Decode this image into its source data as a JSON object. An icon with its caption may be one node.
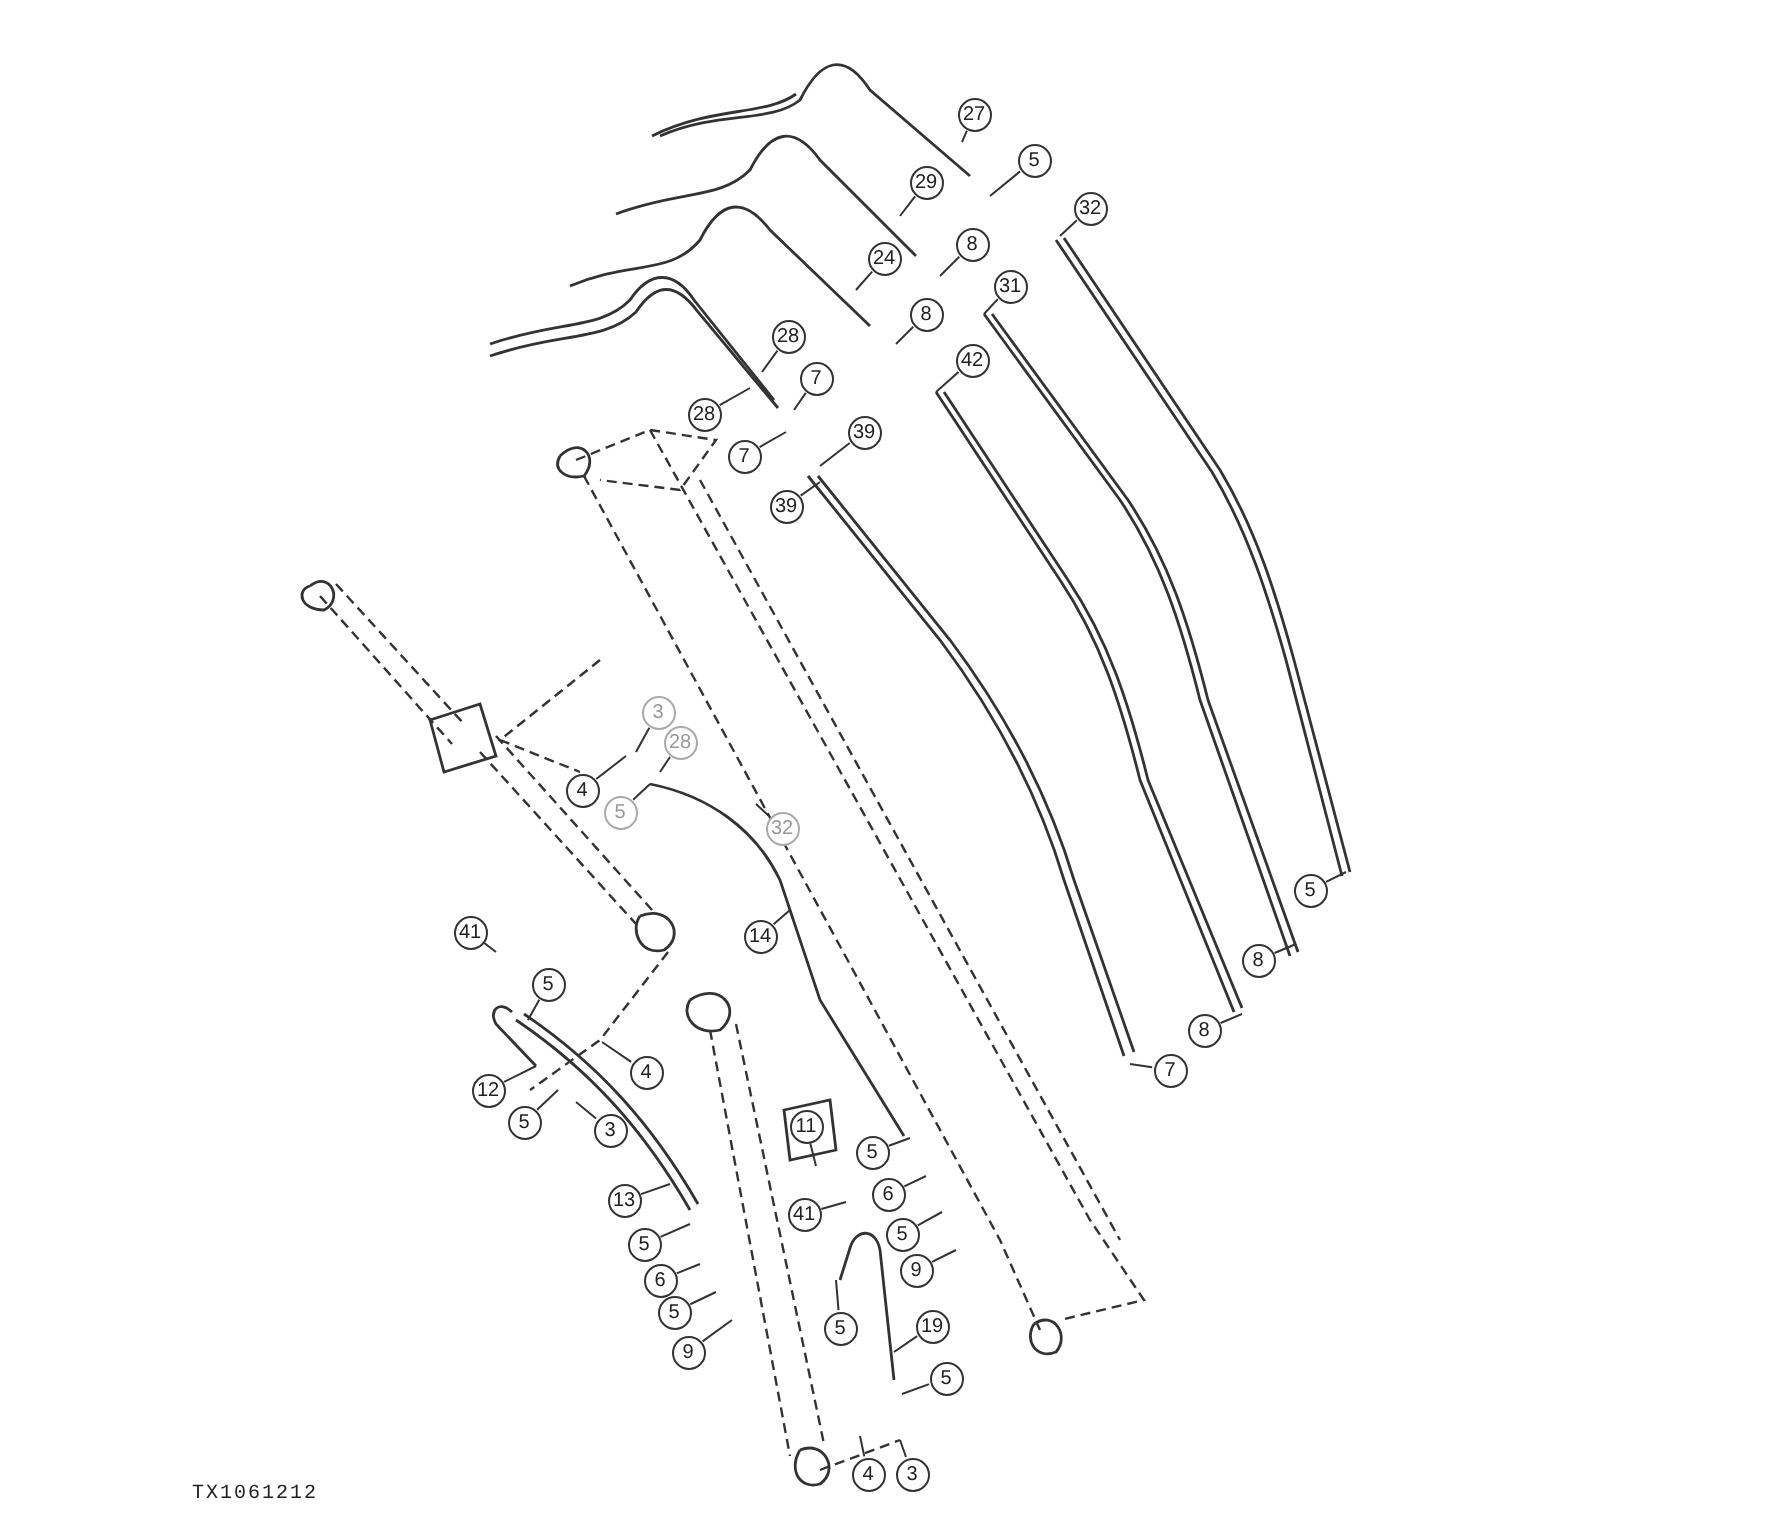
{
  "diagram": {
    "nodes": [
      {
        "text": [
          "27"
        ]
      },
      {
        "text": [
          "5"
        ]
      },
      {
        "text": [
          "29"
        ]
      },
      {
        "text": [
          "32"
        ]
      },
      {
        "text": [
          "8"
        ]
      },
      {
        "text": [
          "24"
        ]
      },
      {
        "text": [
          "31"
        ]
      },
      {
        "text": [
          "8"
        ]
      },
      {
        "text": [
          "28"
        ]
      },
      {
        "text": [
          "42"
        ]
      },
      {
        "text": [
          "7"
        ]
      },
      {
        "text": [
          "28"
        ]
      },
      {
        "text": [
          "7"
        ]
      },
      {
        "text": [
          "39"
        ]
      },
      {
        "text": [
          "39"
        ]
      },
      {
        "text": [
          "3"
        ]
      },
      {
        "text": [
          "28"
        ]
      },
      {
        "text": [
          "4"
        ]
      },
      {
        "text": [
          "5"
        ]
      },
      {
        "text": [
          "32"
        ]
      },
      {
        "text": [
          "5"
        ]
      },
      {
        "text": [
          "8"
        ]
      },
      {
        "text": [
          "8"
        ]
      },
      {
        "text": [
          "7"
        ]
      },
      {
        "text": [
          "14"
        ]
      },
      {
        "text": [
          "41"
        ]
      },
      {
        "text": [
          "5"
        ]
      },
      {
        "text": [
          "4"
        ]
      },
      {
        "text": [
          "12"
        ]
      },
      {
        "text": [
          "5"
        ]
      },
      {
        "text": [
          "3"
        ]
      },
      {
        "text": [
          "11"
        ]
      },
      {
        "text": [
          "5"
        ]
      },
      {
        "text": [
          "6"
        ]
      },
      {
        "text": [
          "13"
        ]
      },
      {
        "text": [
          "41"
        ]
      },
      {
        "text": [
          "5"
        ]
      },
      {
        "text": [
          "5"
        ]
      },
      {
        "text": [
          "9"
        ]
      },
      {
        "text": [
          "6"
        ]
      },
      {
        "text": [
          "5"
        ]
      },
      {
        "text": [
          "19"
        ]
      },
      {
        "text": [
          "9"
        ]
      },
      {
        "text": [
          "5"
        ]
      },
      {
        "text": [
          "5"
        ]
      },
      {
        "text": [
          "4"
        ]
      },
      {
        "text": [
          "3"
        ]
      }
    ],
    "edges": [
      {
        "from": 0,
        "to": null,
        "arrow": "none"
      },
      {
        "from": 1,
        "to": null,
        "arrow": "none"
      },
      {
        "from": 2,
        "to": null,
        "arrow": "none"
      },
      {
        "from": 3,
        "to": null,
        "arrow": "none"
      },
      {
        "from": 4,
        "to": null,
        "arrow": "none"
      },
      {
        "from": 5,
        "to": null,
        "arrow": "none"
      },
      {
        "from": 6,
        "to": null,
        "arrow": "none"
      },
      {
        "from": 7,
        "to": null,
        "arrow": "none"
      },
      {
        "from": 8,
        "to": null,
        "arrow": "none"
      },
      {
        "from": 9,
        "to": null,
        "arrow": "none"
      },
      {
        "from": 10,
        "to": null,
        "arrow": "none"
      },
      {
        "from": 11,
        "to": null,
        "arrow": "none"
      },
      {
        "from": 12,
        "to": null,
        "arrow": "none"
      },
      {
        "from": 13,
        "to": null,
        "arrow": "none"
      },
      {
        "from": 14,
        "to": null,
        "arrow": "none"
      },
      {
        "from": 15,
        "to": null,
        "arrow": "none"
      },
      {
        "from": 16,
        "to": null,
        "arrow": "none"
      },
      {
        "from": 17,
        "to": null,
        "arrow": "none"
      },
      {
        "from": 18,
        "to": null,
        "arrow": "none"
      },
      {
        "from": 19,
        "to": null,
        "arrow": "none"
      },
      {
        "from": 20,
        "to": null,
        "arrow": "none"
      },
      {
        "from": 21,
        "to": null,
        "arrow": "none"
      },
      {
        "from": 22,
        "to": null,
        "arrow": "none"
      },
      {
        "from": 23,
        "to": null,
        "arrow": "none"
      },
      {
        "from": 24,
        "to": null,
        "arrow": "none"
      },
      {
        "from": 25,
        "to": null,
        "arrow": "none"
      },
      {
        "from": 26,
        "to": null,
        "arrow": "none"
      },
      {
        "from": 27,
        "to": null,
        "arrow": "none"
      },
      {
        "from": 28,
        "to": null,
        "arrow": "none"
      },
      {
        "from": 29,
        "to": null,
        "arrow": "none"
      },
      {
        "from": 30,
        "to": null,
        "arrow": "none"
      },
      {
        "from": 31,
        "to": null,
        "arrow": "none"
      },
      {
        "from": 32,
        "to": null,
        "arrow": "none"
      },
      {
        "from": 33,
        "to": null,
        "arrow": "none"
      },
      {
        "from": 34,
        "to": null,
        "arrow": "none"
      },
      {
        "from": 35,
        "to": null,
        "arrow": "none"
      },
      {
        "from": 36,
        "to": null,
        "arrow": "none"
      },
      {
        "from": 37,
        "to": null,
        "arrow": "none"
      },
      {
        "from": 38,
        "to": null,
        "arrow": "none"
      },
      {
        "from": 39,
        "to": null,
        "arrow": "none"
      },
      {
        "from": 40,
        "to": null,
        "arrow": "none"
      },
      {
        "from": 41,
        "to": null,
        "arrow": "none"
      },
      {
        "from": 42,
        "to": null,
        "arrow": "none"
      },
      {
        "from": 43,
        "to": null,
        "arrow": "none"
      },
      {
        "from": 44,
        "to": null,
        "arrow": "none"
      },
      {
        "from": 45,
        "to": null,
        "arrow": "none"
      },
      {
        "from": 46,
        "to": null,
        "arrow": "none"
      }
    ],
    "labels": [
      "TX1061212"
    ]
  }
}
